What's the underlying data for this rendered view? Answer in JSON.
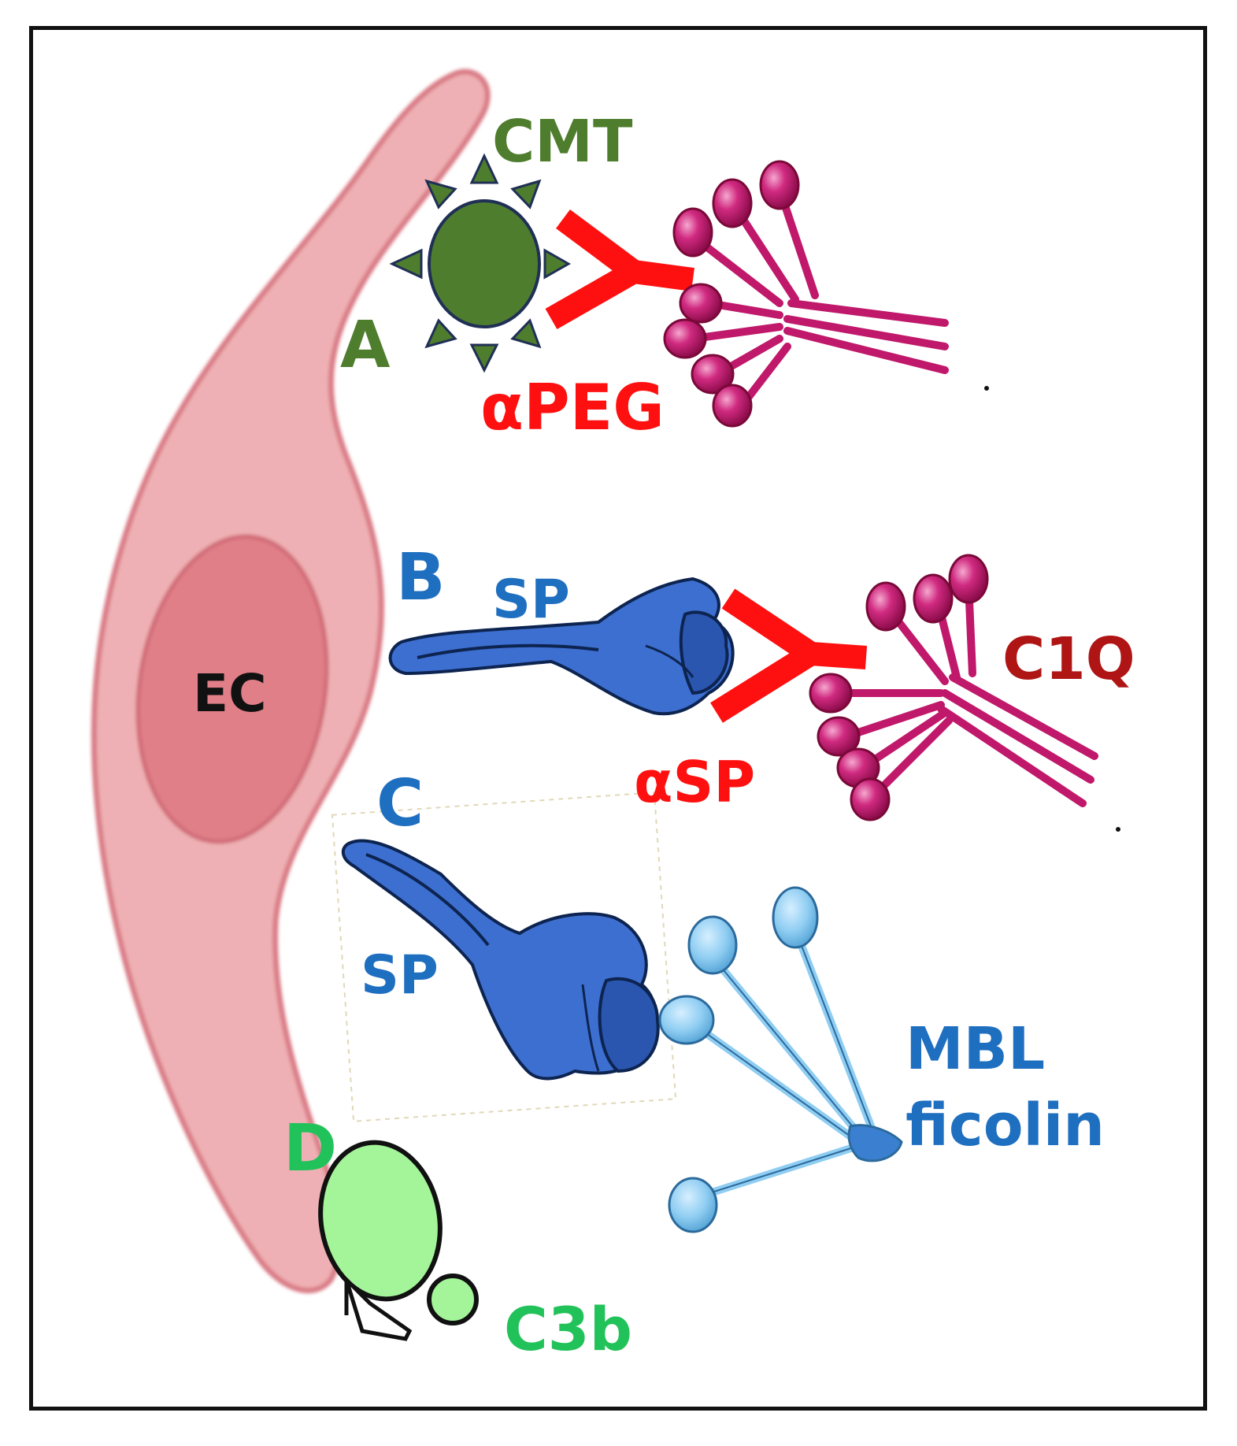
{
  "labels": {
    "cmt": "CMT",
    "a": "A",
    "apeg": "αPEG",
    "b": "B",
    "sp_b": "SP",
    "c1q": "C1Q",
    "ec": "EC",
    "asp": "αSP",
    "c": "C",
    "sp_c": "SP",
    "mbl": "MBL",
    "ficolin": "ficolin",
    "d": "D",
    "c3b": "C3b"
  },
  "colors": {
    "cell_fill": "#eeb0b4",
    "cell_edge": "#d97a85",
    "nucleus": "#e07f87",
    "cmt_green": "#4f7d2e",
    "antibody_red": "#ff1010",
    "c1q_magenta": "#c0186a",
    "c1q_label": "#b01515",
    "sp_blue": "#3d6fd0",
    "sp_blue_dark": "#2a56b0",
    "label_blue": "#1f6fc0",
    "mbl_light_blue": "#8fcdf2",
    "c3b_green": "#a4f59a",
    "label_green": "#22c25a"
  }
}
